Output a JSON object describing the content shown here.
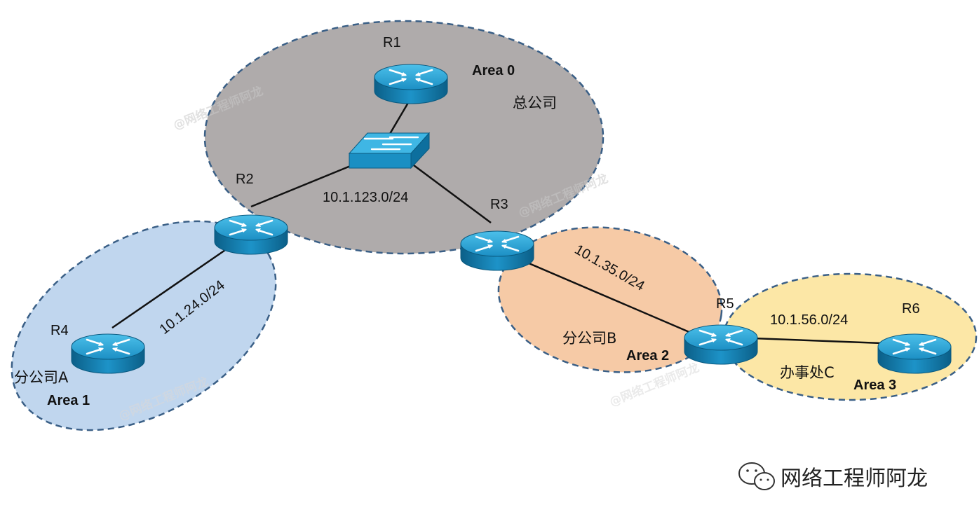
{
  "areas": [
    {
      "id": "area0",
      "label": "Area 0",
      "site": "总公司",
      "color": "#afabab"
    },
    {
      "id": "area1",
      "label": "Area 1",
      "site": "分公司A",
      "color": "#c0d6ee"
    },
    {
      "id": "area2",
      "label": "Area 2",
      "site": "分公司B",
      "color": "#f6caa6"
    },
    {
      "id": "area3",
      "label": "Area 3",
      "site": "办事处C",
      "color": "#fce7a6"
    }
  ],
  "routers": [
    {
      "id": "R1",
      "label": "R1"
    },
    {
      "id": "R2",
      "label": "R2"
    },
    {
      "id": "R3",
      "label": "R3"
    },
    {
      "id": "R4",
      "label": "R4"
    },
    {
      "id": "R5",
      "label": "R5"
    },
    {
      "id": "R6",
      "label": "R6"
    }
  ],
  "links": [
    {
      "id": "l-r1-sw",
      "from": "R1",
      "to": "SW1",
      "subnet": ""
    },
    {
      "id": "l-sw-r2",
      "from": "SW1",
      "to": "R2",
      "subnet": "10.1.123.0/24"
    },
    {
      "id": "l-sw-r3",
      "from": "SW1",
      "to": "R3",
      "subnet": ""
    },
    {
      "id": "l-r2-r4",
      "from": "R2",
      "to": "R4",
      "subnet": "10.1.24.0/24"
    },
    {
      "id": "l-r3-r5",
      "from": "R3",
      "to": "R5",
      "subnet": "10.1.35.0/24"
    },
    {
      "id": "l-r5-r6",
      "from": "R5",
      "to": "R6",
      "subnet": "10.1.56.0/24"
    }
  ],
  "watermark": "@网络工程师阿龙",
  "footer": {
    "icon": "wechat-icon",
    "text": "网络工程师阿龙"
  },
  "colors": {
    "router_body": "#1f9bcf",
    "router_dark": "#0e6f9c",
    "switch": "#1a96cc",
    "dash": "#3a5f86"
  }
}
